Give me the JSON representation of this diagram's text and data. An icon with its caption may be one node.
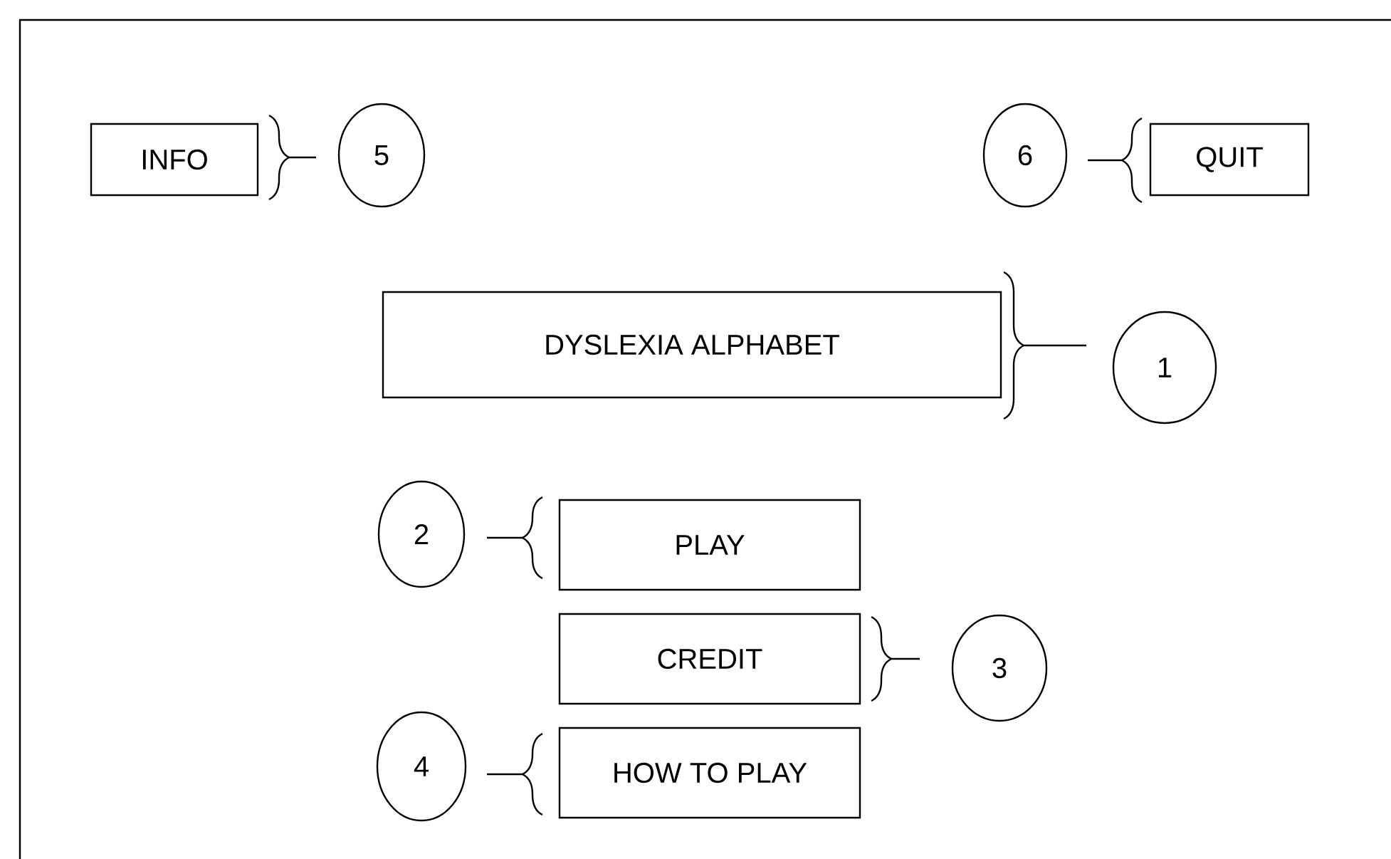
{
  "diagram": {
    "nodes": [
      {
        "text": [
          "INFO"
        ]
      },
      {
        "text": [
          "5"
        ]
      },
      {
        "text": [
          "6"
        ]
      },
      {
        "text": [
          "QUIT"
        ]
      },
      {
        "text": [
          "DYSLEXIA ALPHABET"
        ]
      },
      {
        "text": [
          "1"
        ]
      },
      {
        "text": [
          "2"
        ]
      },
      {
        "text": [
          "PLAY"
        ]
      },
      {
        "text": [
          "CREDIT"
        ]
      },
      {
        "text": [
          "3"
        ]
      },
      {
        "text": [
          "4"
        ]
      },
      {
        "text": [
          "HOW TO PLAY"
        ]
      }
    ]
  }
}
